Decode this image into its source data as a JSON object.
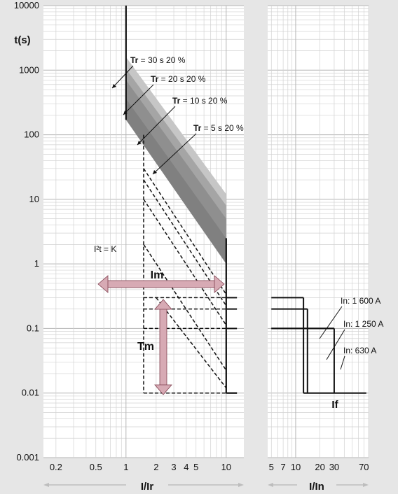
{
  "colors": {
    "background": "#e6e6e6",
    "plot_bg": "#ffffff",
    "grid_major": "#b5b5b5",
    "grid_minor": "#d2d2d2",
    "curve": "#111111",
    "band_30s": "#c6c6c6",
    "band_20s": "#a5a5a5",
    "band_10s": "#8f8f8f",
    "band_5s": "#808080",
    "arrow": "#d7aab4",
    "arrow_stroke": "#80404f",
    "axis_arrow": "#bdbdbd"
  },
  "chart_data": [
    {
      "type": "line",
      "scale": "log-log",
      "ylabel": "t(s)",
      "xlabel": "I/Ir",
      "xlim": [
        0.15,
        15
      ],
      "ylim": [
        0.001,
        10000
      ],
      "x_ticks": [
        {
          "v": 0.2,
          "label": "0.2"
        },
        {
          "v": 0.5,
          "label": "0.5"
        },
        {
          "v": 1,
          "label": "1"
        },
        {
          "v": 2,
          "label": "2"
        },
        {
          "v": 3,
          "label": "3"
        },
        {
          "v": 4,
          "label": "4"
        },
        {
          "v": 5,
          "label": "5"
        },
        {
          "v": 10,
          "label": "10"
        }
      ],
      "y_ticks": [
        {
          "v": 10000,
          "label": "10000"
        },
        {
          "v": 1000,
          "label": "1000"
        },
        {
          "v": 100,
          "label": "100"
        },
        {
          "v": 10,
          "label": "10"
        },
        {
          "v": 1,
          "label": "1"
        },
        {
          "v": 0.1,
          "label": "0.1"
        },
        {
          "v": 0.01,
          "label": "0.01"
        },
        {
          "v": 0.001,
          "label": "0.001"
        }
      ],
      "long_time_bands": [
        {
          "Tr": "30 s",
          "tolerance": "20 %",
          "t_at_1": [
            700,
            1600
          ],
          "t_at_10": [
            6,
            12
          ],
          "color_key": "band_30s"
        },
        {
          "Tr": "20 s",
          "tolerance": "20 %",
          "t_at_1": [
            480,
            1050
          ],
          "t_at_10": [
            4,
            8
          ],
          "color_key": "band_20s"
        },
        {
          "Tr": "10 s",
          "tolerance": "20 %",
          "t_at_1": [
            320,
            700
          ],
          "t_at_10": [
            2.5,
            5
          ],
          "color_key": "band_10s"
        },
        {
          "Tr": "5 s",
          "tolerance": "20 %",
          "t_at_1": [
            170,
            360
          ],
          "t_at_10": [
            1,
            2.5
          ],
          "color_key": "band_5s"
        }
      ],
      "band_labels": [
        {
          "prefix": "Tr",
          "text": " = 30 s  20 %"
        },
        {
          "prefix": "Tr",
          "text": " = 20 s  20 %"
        },
        {
          "prefix": "Tr",
          "text": " = 10 s  20 %"
        },
        {
          "prefix": "Tr",
          "text": " = 5 s  20 %"
        }
      ],
      "annotations": {
        "i2t": "I²t = K",
        "im": "Im",
        "tm": "Tm"
      },
      "short_time_levels": [
        0.3,
        0.2,
        0.1,
        0.01
      ],
      "im_pickup": 1.5,
      "instantaneous": 10
    },
    {
      "type": "line",
      "scale": "log-log",
      "xlabel": "I/In",
      "xlim": [
        4.5,
        80
      ],
      "ylim": [
        0.001,
        10000
      ],
      "x_ticks": [
        {
          "v": 5,
          "label": "5"
        },
        {
          "v": 7,
          "label": "7"
        },
        {
          "v": 10,
          "label": "10"
        },
        {
          "v": 20,
          "label": "20"
        },
        {
          "v": 30,
          "label": "30"
        },
        {
          "v": 70,
          "label": "70"
        }
      ],
      "series": [
        {
          "name": "In: 1 600 A",
          "trip": 12.5
        },
        {
          "name": "In: 1 250 A",
          "trip": 14
        },
        {
          "name": "In: 630 A",
          "trip": 30
        }
      ],
      "levels": [
        0.3,
        0.2,
        0.1,
        0.01
      ],
      "final_label": "If"
    }
  ]
}
